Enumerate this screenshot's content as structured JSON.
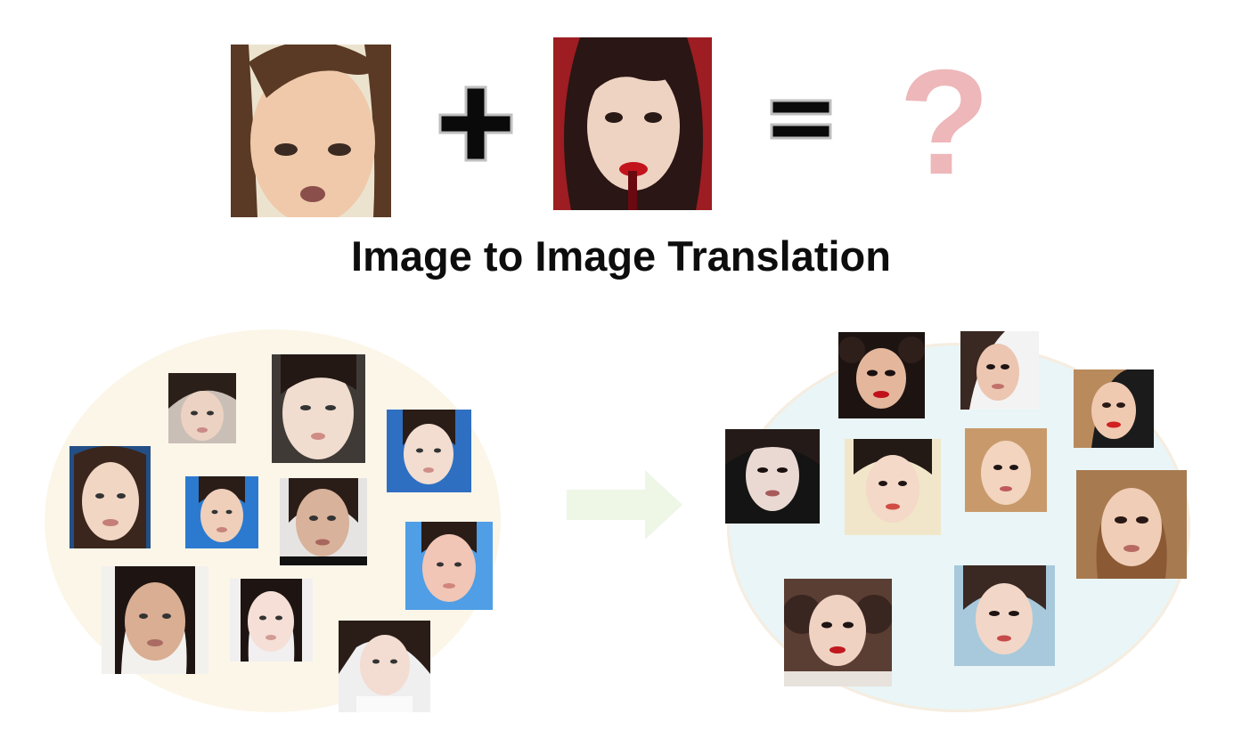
{
  "equation": {
    "source_photo": "plain face source photo",
    "operator_plus": "+",
    "reference_photo": "makeup reference photo",
    "operator_equals": "=",
    "question_mark": "?"
  },
  "title": "Image to Image Translation",
  "colors": {
    "question_mark": "#eeb7b9",
    "no_makeup_domain_bg": "#fcf6e9",
    "makeup_domain_bg": "#e9f5f6",
    "arrow": "#eef6e6",
    "title_text": "#0d0d0d"
  },
  "icons": [
    "plus-icon",
    "equals-icon",
    "right-arrow-icon"
  ]
}
